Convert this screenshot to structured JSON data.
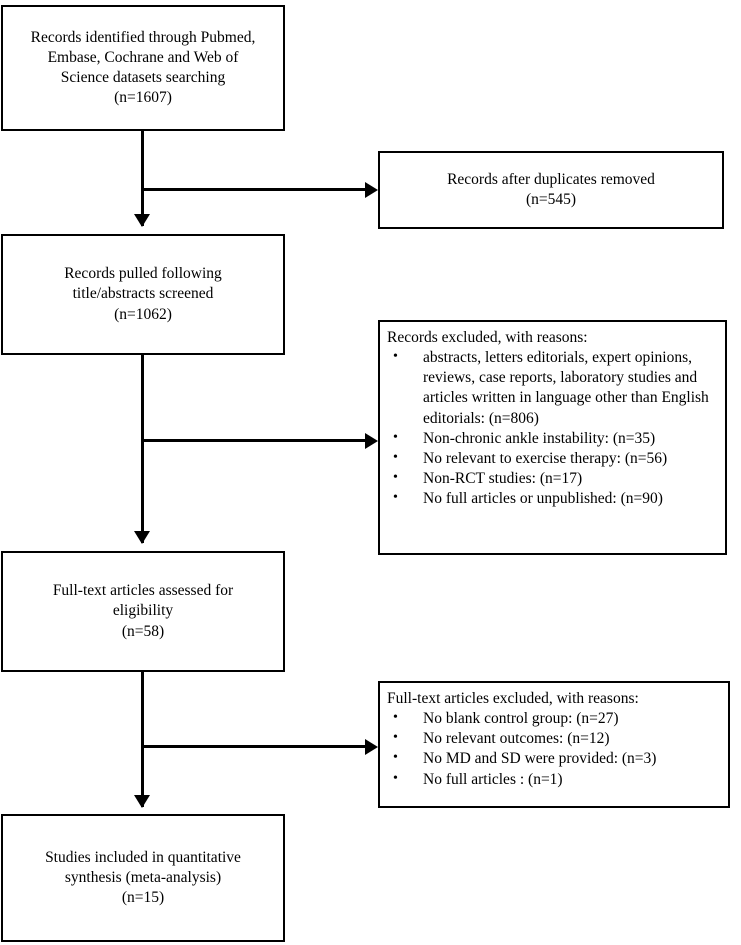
{
  "diagram": {
    "title": "PRISMA study selection flow diagram",
    "type": "prisma-flow",
    "stroke_color": "#000000",
    "background_color": "#ffffff"
  },
  "boxes": {
    "identified": {
      "name": "records-identified",
      "lines": [
        "Records identified through Pubmed,",
        "Embase, Cochrane and Web of",
        "Science datasets searching",
        "(n=1607)"
      ],
      "count_label": "(n=1607)",
      "count": 1607
    },
    "duplicates_removed": {
      "name": "records-after-duplicates-removed",
      "lines": [
        "Records after duplicates removed",
        "(n=545)"
      ],
      "count_label": "(n=545)",
      "count": 545
    },
    "screened": {
      "name": "records-screened",
      "lines": [
        "Records pulled following",
        "title/abstracts screened",
        "(n=1062)"
      ],
      "count_label": "(n=1062)",
      "count": 1062
    },
    "records_excluded": {
      "name": "records-excluded",
      "heading": "Records excluded, with reasons:",
      "bullet_glyph": "•",
      "reasons": [
        {
          "text": "abstracts, letters editorials, expert opinions, reviews, case reports, laboratory studies and articles written in language other than English editorials: (n=806)",
          "count": 806
        },
        {
          "text": "Non-chronic ankle instability: (n=35)",
          "count": 35
        },
        {
          "text": "No relevant to exercise therapy: (n=56)",
          "count": 56
        },
        {
          "text": "Non-RCT studies: (n=17)",
          "count": 17
        },
        {
          "text": "No full articles or unpublished: (n=90)",
          "count": 90
        }
      ]
    },
    "eligibility": {
      "name": "full-text-assessed",
      "lines": [
        "Full-text articles assessed for",
        "eligibility",
        "(n=58)"
      ],
      "count_label": "(n=58)",
      "count": 58
    },
    "fulltext_excluded": {
      "name": "full-text-excluded",
      "heading": "Full-text articles excluded, with reasons:",
      "bullet_glyph": "•",
      "reasons": [
        {
          "text": "No blank control group: (n=27)",
          "count": 27
        },
        {
          "text": "No relevant outcomes: (n=12)",
          "count": 12
        },
        {
          "text": "No MD and SD were provided: (n=3)",
          "count": 3
        },
        {
          "text": "No full articles : (n=1)",
          "count": 1
        }
      ]
    },
    "included": {
      "name": "studies-included",
      "lines": [
        "Studies included in quantitative",
        "synthesis (meta-analysis)",
        "(n=15)"
      ],
      "count_label": "(n=15)",
      "count": 15
    }
  }
}
